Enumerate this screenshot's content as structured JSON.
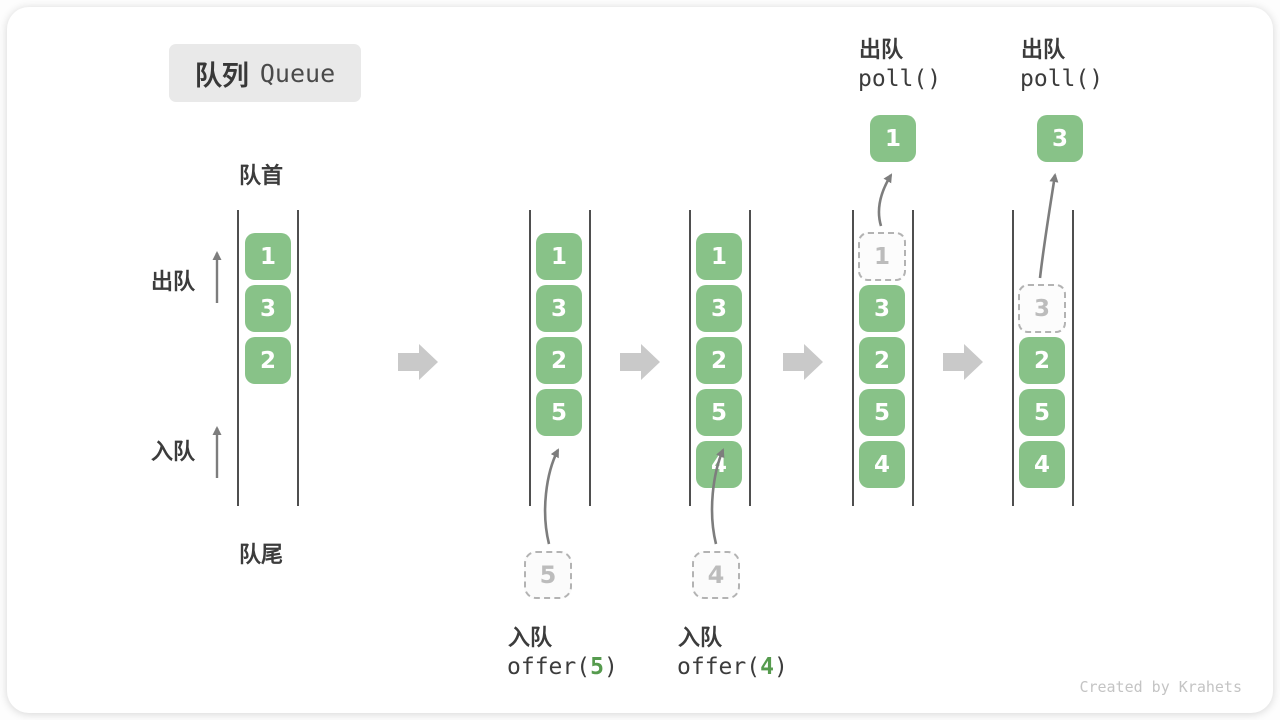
{
  "title": {
    "zh": "队列",
    "en": "Queue"
  },
  "side_labels": {
    "front": "队首",
    "rear": "队尾",
    "dequeue": "出队",
    "enqueue": "入队"
  },
  "states": [
    {
      "name": "initial",
      "items": [
        {
          "value": "1"
        },
        {
          "value": "3"
        },
        {
          "value": "2"
        }
      ]
    },
    {
      "name": "after-offer-5",
      "items": [
        {
          "value": "1"
        },
        {
          "value": "3"
        },
        {
          "value": "2"
        },
        {
          "value": "5"
        }
      ],
      "source": {
        "value": "5"
      },
      "op": {
        "label": "入队",
        "code_pre": "offer(",
        "arg": "5",
        "code_post": ")"
      }
    },
    {
      "name": "after-offer-4",
      "items": [
        {
          "value": "1"
        },
        {
          "value": "3"
        },
        {
          "value": "2"
        },
        {
          "value": "5"
        },
        {
          "value": "4"
        }
      ],
      "source": {
        "value": "4"
      },
      "op": {
        "label": "入队",
        "code_pre": "offer(",
        "arg": "4",
        "code_post": ")"
      }
    },
    {
      "name": "after-poll-1",
      "dashed": {
        "value": "1"
      },
      "items": [
        {
          "value": "3"
        },
        {
          "value": "2"
        },
        {
          "value": "5"
        },
        {
          "value": "4"
        }
      ],
      "removed": {
        "value": "1"
      },
      "op": {
        "label": "出队",
        "code": "poll()"
      }
    },
    {
      "name": "after-poll-2",
      "dashed": {
        "value": "3"
      },
      "items": [
        {
          "value": "2"
        },
        {
          "value": "5"
        },
        {
          "value": "4"
        }
      ],
      "removed": {
        "value": "3"
      },
      "op": {
        "label": "出队",
        "code": "poll()"
      }
    }
  ],
  "colors": {
    "item_green": "#88c288",
    "arg_green": "#569b4e",
    "wall_gray": "#4f4f4f",
    "step_arrow_gray": "#c9c9c9",
    "thin_arrow_gray": "#7d7d7d",
    "dashed_gray": "#b3b3b3",
    "text_dark": "#3c3c3c",
    "badge_bg": "#e9e9e9"
  },
  "watermark": "Created by Krahets"
}
